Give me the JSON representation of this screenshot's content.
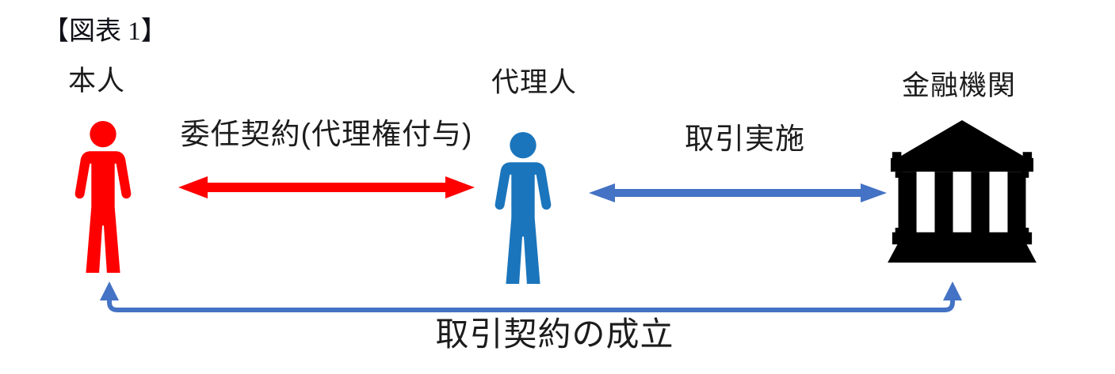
{
  "title": "【図表 1】",
  "colors": {
    "red": "#fe0000",
    "person_blue": "#1b75bc",
    "arrow_blue": "#4472c4",
    "bank_black": "#000000",
    "text": "#1c1c1c",
    "background": "#ffffff"
  },
  "nodes": {
    "principal": {
      "label": "本人",
      "icon": "person-icon",
      "color": "#fe0000"
    },
    "agent": {
      "label": "代理人",
      "icon": "person-icon",
      "color": "#1b75bc"
    },
    "bank": {
      "label": "金融機関",
      "icon": "bank-icon",
      "color": "#000000"
    }
  },
  "edges": {
    "delegation": {
      "label": "委任契約(代理権付与)",
      "from": "本人",
      "to": "代理人",
      "bidirectional": true,
      "style": "straight-double-arrow",
      "color": "#fe0000"
    },
    "transaction": {
      "label": "取引実施",
      "from": "代理人",
      "to": "金融機関",
      "bidirectional": true,
      "style": "straight-double-arrow",
      "color": "#4472c4"
    },
    "contract": {
      "label": "取引契約の成立",
      "from": "本人",
      "to": "金融機関",
      "bidirectional": true,
      "style": "elbow-double-arrow-bottom",
      "color": "#4472c4"
    }
  }
}
